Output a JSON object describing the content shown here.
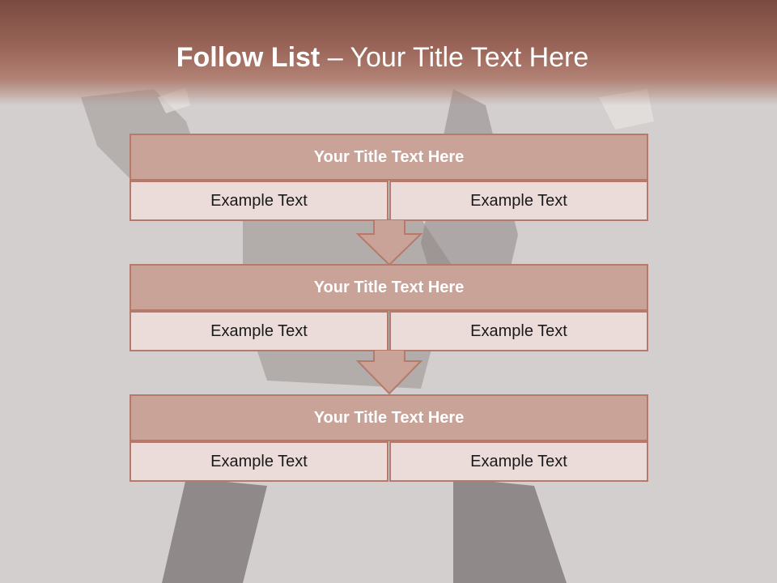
{
  "header": {
    "title_bold": "Follow List",
    "title_rest": " – Your Title Text Here"
  },
  "blocks": [
    {
      "title": "Your Title Text Here",
      "left": "Example Text",
      "right": "Example Text"
    },
    {
      "title": "Your Title Text Here",
      "left": "Example Text",
      "right": "Example Text"
    },
    {
      "title": "Your Title Text Here",
      "left": "Example Text",
      "right": "Example Text"
    }
  ],
  "colors": {
    "header": "#9a6558",
    "title_fill": "#c9a298",
    "cell_fill": "#ecdcd9",
    "border": "#b57a6b"
  }
}
